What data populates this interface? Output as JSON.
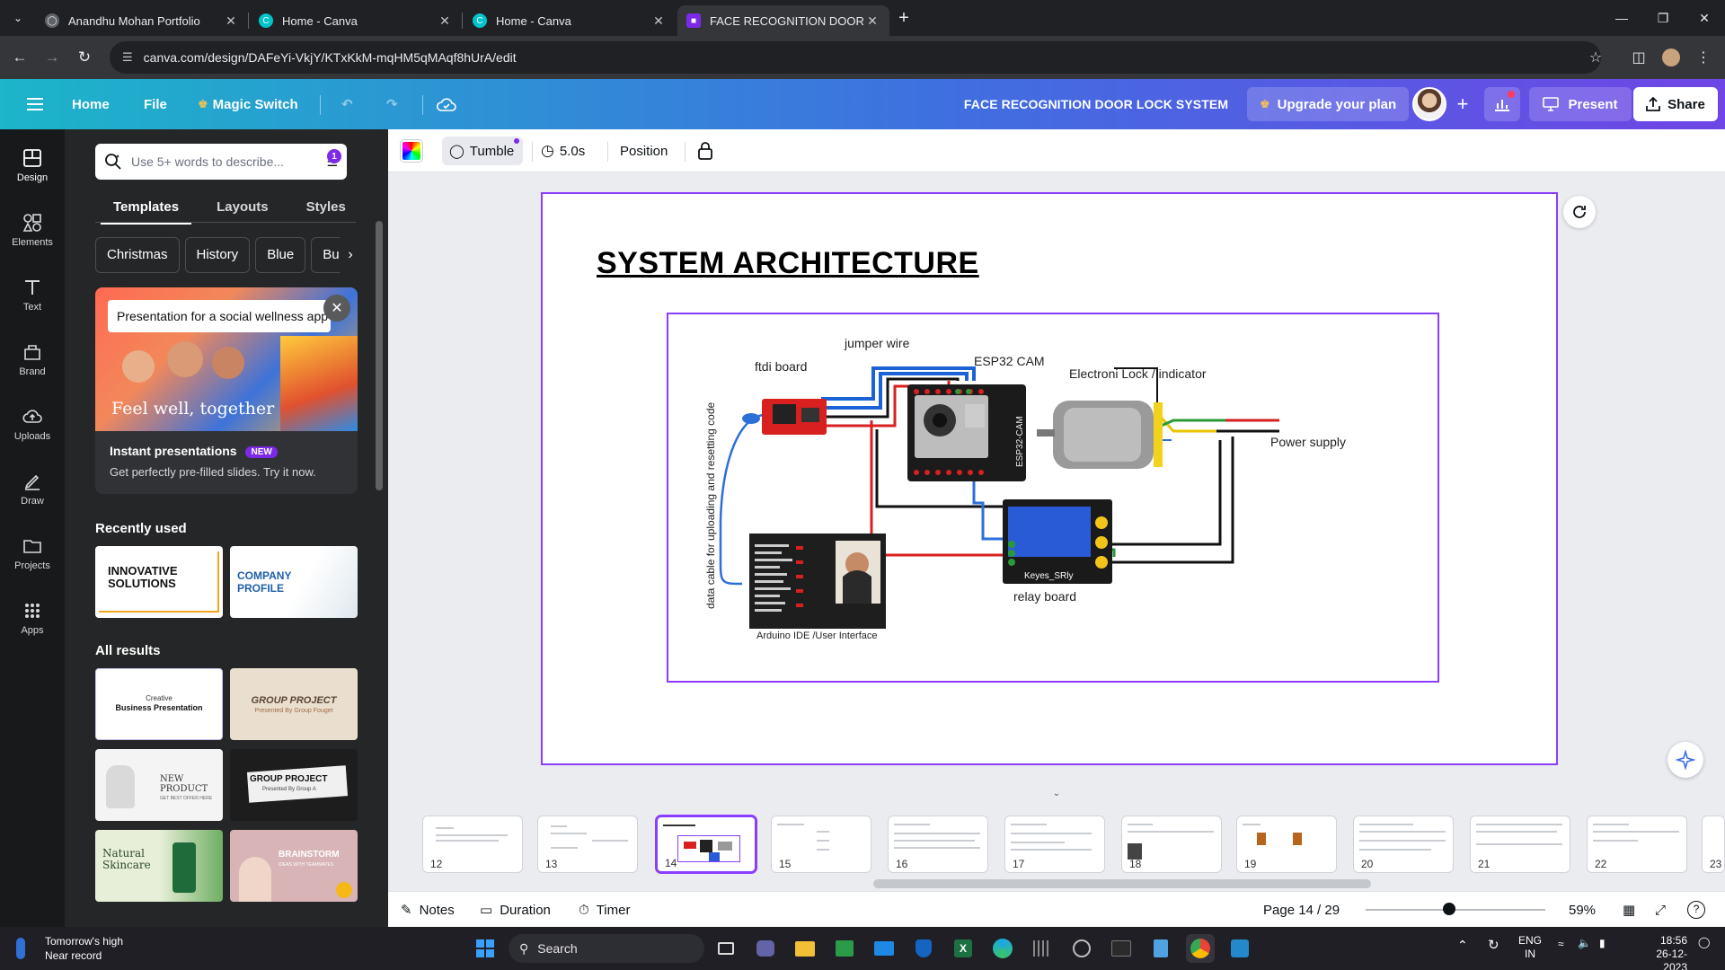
{
  "browser": {
    "tabs": [
      {
        "title": "Anandhu Mohan Portfolio",
        "active": false
      },
      {
        "title": "Home - Canva",
        "active": false
      },
      {
        "title": "Home - Canva",
        "active": false
      },
      {
        "title": "FACE RECOGNITION DOOR LOC",
        "active": true
      }
    ],
    "url": "canva.com/design/DAFeYi-VkjY/KTxKkM-mqHM5qMAqf8hUrA/edit"
  },
  "header": {
    "home": "Home",
    "file": "File",
    "magic_switch": "Magic Switch",
    "doc_title": "FACE RECOGNITION DOOR LOCK SYSTEM",
    "upgrade": "Upgrade your plan",
    "present": "Present",
    "share": "Share"
  },
  "rail": [
    {
      "label": "Design",
      "icon": "design-icon"
    },
    {
      "label": "Elements",
      "icon": "elements-icon"
    },
    {
      "label": "Text",
      "icon": "text-icon"
    },
    {
      "label": "Brand",
      "icon": "brand-icon"
    },
    {
      "label": "Uploads",
      "icon": "uploads-icon"
    },
    {
      "label": "Draw",
      "icon": "draw-icon"
    },
    {
      "label": "Projects",
      "icon": "projects-icon"
    },
    {
      "label": "Apps",
      "icon": "apps-icon"
    }
  ],
  "panel": {
    "search_placeholder": "Use 5+ words to describe...",
    "filter_badge": "1",
    "tabs": [
      "Templates",
      "Layouts",
      "Styles"
    ],
    "chips": [
      "Christmas",
      "History",
      "Blue",
      "Bus"
    ],
    "promo": {
      "prompt": "Presentation for a social wellness app",
      "tagline": "Feel well, together",
      "heading": "Instant presentations",
      "new_badge": "NEW",
      "subtext": "Get perfectly pre-filled slides. Try it now."
    },
    "recently_used": "Recently used",
    "recent": [
      {
        "title1": "INNOVATIVE",
        "title2": "SOLUTIONS"
      },
      {
        "title1": "COMPANY",
        "title2": "PROFILE"
      }
    ],
    "all_results": "All results",
    "results": [
      {
        "title": "Business Presentation",
        "sub": "Creative"
      },
      {
        "title": "GROUP PROJECT",
        "sub": "Presented By Group Fouget"
      },
      {
        "title": "NEW PRODUCT",
        "sub": "GET BEST OFFER HERE"
      },
      {
        "title": "GROUP PROJECT",
        "sub": "Presented By Group A"
      },
      {
        "title": "Natural Skincare",
        "sub": ""
      },
      {
        "title": "BRAINSTORM",
        "sub": "IDEAS WITH TEAMMATES"
      }
    ]
  },
  "toolbar": {
    "animation": "Tumble",
    "duration": "5.0s",
    "position": "Position"
  },
  "slide": {
    "title": "SYSTEM  ARCHITECTURE",
    "labels": {
      "ftdi": "ftdi board",
      "jumper": "jumper wire",
      "esp32": "ESP32 CAM",
      "lock": "Electroni Lock",
      "indicator": "/ indicator",
      "power": "Power supply",
      "relay": "relay board",
      "relay_chip": "Keyes_SRly",
      "ide": "Arduino IDE /User Interface",
      "cable": "data cable for uploading and resetting code",
      "esp_chip": "ESP32-CAM"
    }
  },
  "filmstrip": {
    "pages": [
      "12",
      "13",
      "14",
      "15",
      "16",
      "17",
      "18",
      "19",
      "20",
      "21",
      "22",
      "23"
    ],
    "active": "14"
  },
  "bottom": {
    "notes": "Notes",
    "duration": "Duration",
    "timer": "Timer",
    "page_indicator": "Page 14 / 29",
    "zoom": "59%"
  },
  "taskbar": {
    "weather_line1": "Tomorrow's high",
    "weather_line2": "Near record",
    "search": "Search",
    "lang1": "ENG",
    "lang2": "IN",
    "time": "18:56",
    "date": "26-12-2023"
  },
  "colors": {
    "accent": "#8b3dff",
    "header_start": "#1cb5c9",
    "header_end": "#6f45e6",
    "panel_bg": "#252627",
    "rail_bg": "#18191b"
  }
}
